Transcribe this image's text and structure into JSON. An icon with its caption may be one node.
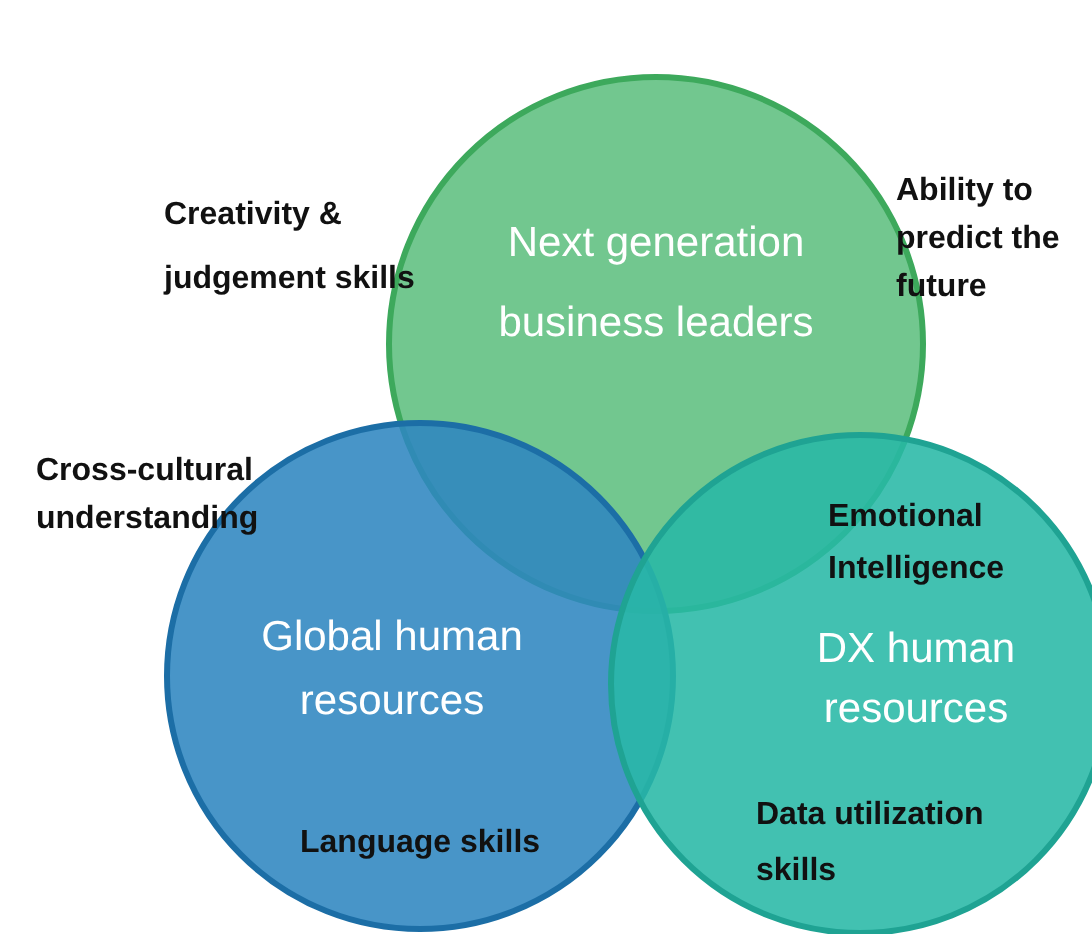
{
  "diagram": {
    "nodes": [
      {
        "text": [
          "Next generation business leaders"
        ]
      },
      {
        "text": [
          "Global human resources"
        ]
      },
      {
        "text": [
          "DX human resources"
        ]
      }
    ],
    "labels": [
      "Creativity & judgement skills",
      "Ability to predict the future",
      "Cross-cultural understanding",
      "Emotional Intelligence",
      "Language skills",
      "Data utilization skills"
    ]
  }
}
